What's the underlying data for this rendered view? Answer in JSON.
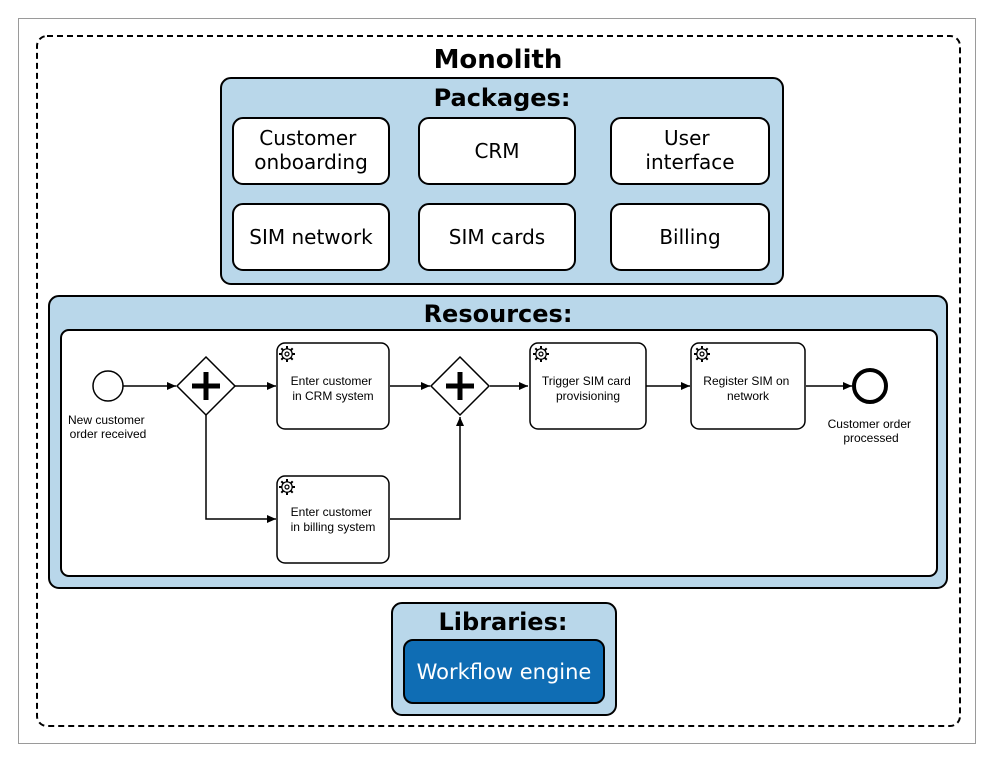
{
  "monolith": {
    "title": "Monolith"
  },
  "packages": {
    "heading": "Packages:",
    "items": [
      {
        "lines": [
          "Customer",
          "onboarding"
        ]
      },
      {
        "lines": [
          "CRM"
        ]
      },
      {
        "lines": [
          "User",
          "interface"
        ]
      },
      {
        "lines": [
          "SIM network"
        ]
      },
      {
        "lines": [
          "SIM cards"
        ]
      },
      {
        "lines": [
          "Billing"
        ]
      }
    ]
  },
  "resources": {
    "heading": "Resources:",
    "process": {
      "start_event": {
        "lines": [
          "New customer",
          "order received"
        ]
      },
      "tasks": {
        "crm": {
          "lines": [
            "Enter customer",
            "in CRM system"
          ]
        },
        "billing": {
          "lines": [
            "Enter customer",
            "in billing system"
          ]
        },
        "trigger_sim": {
          "lines": [
            "Trigger SIM card",
            "provisioning"
          ]
        },
        "register_sim": {
          "lines": [
            "Register SIM on",
            "network"
          ]
        }
      },
      "end_event": {
        "lines": [
          "Customer order",
          "processed"
        ]
      }
    }
  },
  "libraries": {
    "heading": "Libraries:",
    "item": "Workflow engine"
  },
  "colors": {
    "container_fill": "#b9d7ea",
    "engine_fill": "#0f6db4",
    "engine_text": "#ffffff",
    "stroke": "#000000"
  },
  "icons": [
    "gear-icon",
    "parallel-gateway-plus-icon",
    "arrow-icon"
  ]
}
